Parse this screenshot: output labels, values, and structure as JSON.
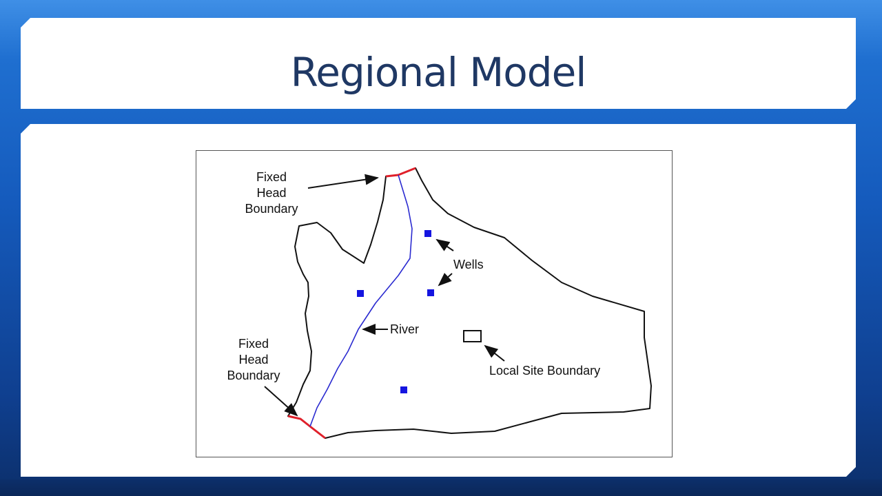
{
  "slide": {
    "title": "Regional Model"
  },
  "diagram": {
    "labels": {
      "fixed_head_top": [
        "Fixed",
        "Head",
        "Boundary"
      ],
      "fixed_head_bottom": [
        "Fixed",
        "Head",
        "Boundary"
      ],
      "wells": "Wells",
      "river": "River",
      "local_site": "Local Site Boundary"
    },
    "colors": {
      "title": "#1f3864",
      "outline": "#111111",
      "fixed_head": "#e0202a",
      "river": "#2a2ad0",
      "well": "#1515e0"
    }
  }
}
